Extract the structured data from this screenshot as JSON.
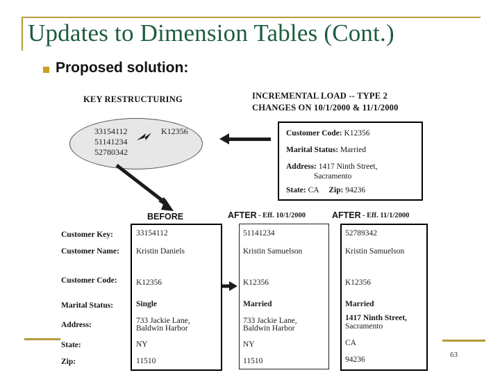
{
  "slide": {
    "title": "Updates to Dimension Tables (Cont.)",
    "bullet": "Proposed solution:",
    "number": "63"
  },
  "figure": {
    "headings": {
      "key_restructuring": "KEY RESTRUCTURING",
      "incremental_load_line1": "INCREMENTAL LOAD -- TYPE 2",
      "incremental_load_line2": "CHANGES ON 10/1/2000 & 11/1/2000"
    },
    "ellipse": {
      "surrogate_keys": [
        "33154112",
        "51141234",
        "52780342"
      ],
      "natural_key": "K12356"
    },
    "source_record": {
      "customer_code_label": "Customer Code:",
      "customer_code_value": "K12356",
      "marital_status_label": "Marital Status:",
      "marital_status_value": "Married",
      "address_label": "Address:",
      "address_line1": "1417 Ninth  Street,",
      "address_line2": "Sacramento",
      "state_label": "State:",
      "state_value": "CA",
      "zip_label": "Zip:",
      "zip_value": "94236"
    },
    "table": {
      "row_labels": [
        "Customer Key:",
        "Customer Name:",
        "Customer Code:",
        "Marital Status:",
        "Address:",
        "State:",
        "Zip:"
      ],
      "columns": [
        {
          "header": "BEFORE",
          "header_suffix": "",
          "customer_key": "33154112",
          "customer_name": "Kristin Daniels",
          "customer_code": "K12356",
          "marital_status": "Single",
          "address_line1": "733 Jackie Lane,",
          "address_line2": "Baldwin Harbor",
          "state": "NY",
          "zip": "11510"
        },
        {
          "header": "AFTER",
          "header_suffix": "- Eff. 10/1/2000",
          "customer_key": "51141234",
          "customer_name": "Kristin Samuelson",
          "customer_code": "K12356",
          "marital_status": "Married",
          "address_line1": "733 Jackie Lane,",
          "address_line2": "Baldwin Harbor",
          "state": "NY",
          "zip": "11510"
        },
        {
          "header": "AFTER",
          "header_suffix": "- Eff. 11/1/2000",
          "customer_key": "52789342",
          "customer_name": "Kristin Samuelson",
          "customer_code": "K12356",
          "marital_status": "Married",
          "address_line1": "1417 Ninth Street,",
          "address_line2": "Sacramento",
          "state": "CA",
          "zip": "94236"
        }
      ]
    }
  },
  "colors": {
    "title_green": "#1d5c3f",
    "accent_gold": "#b49b38",
    "bullet_gold": "#c8a026",
    "ellipse_fill": "#e7e7e7",
    "ink": "#1a1a1a"
  }
}
